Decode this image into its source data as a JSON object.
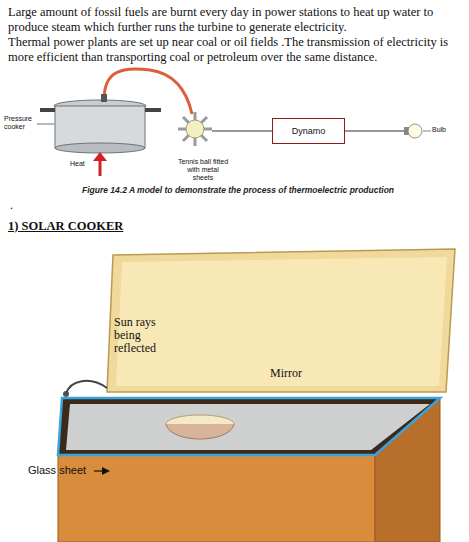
{
  "diagram": {
    "caption": "Figure 14.2 A model to demonstrate the process of thermoelectric production",
    "nodes": [
      {
        "text": [
          "Dynamo"
        ]
      }
    ],
    "labels": [
      "Large amount of fossil fuels are burnt every day in power stations to heat up water to produce steam which further runs the turbine to generate electricity.",
      "Thermal power plants are set up near coal or oil fields .The transmission of electricity is more efficient than transporting coal or petroleum over the same distance.",
      "Pressure cooker",
      "Heat",
      "Tennis ball fitted with metal sheets",
      "Bulb",
      ".",
      "1) SOLAR COOKER",
      "Sun rays being reflected",
      "Mirror",
      "Glass sheet"
    ]
  }
}
